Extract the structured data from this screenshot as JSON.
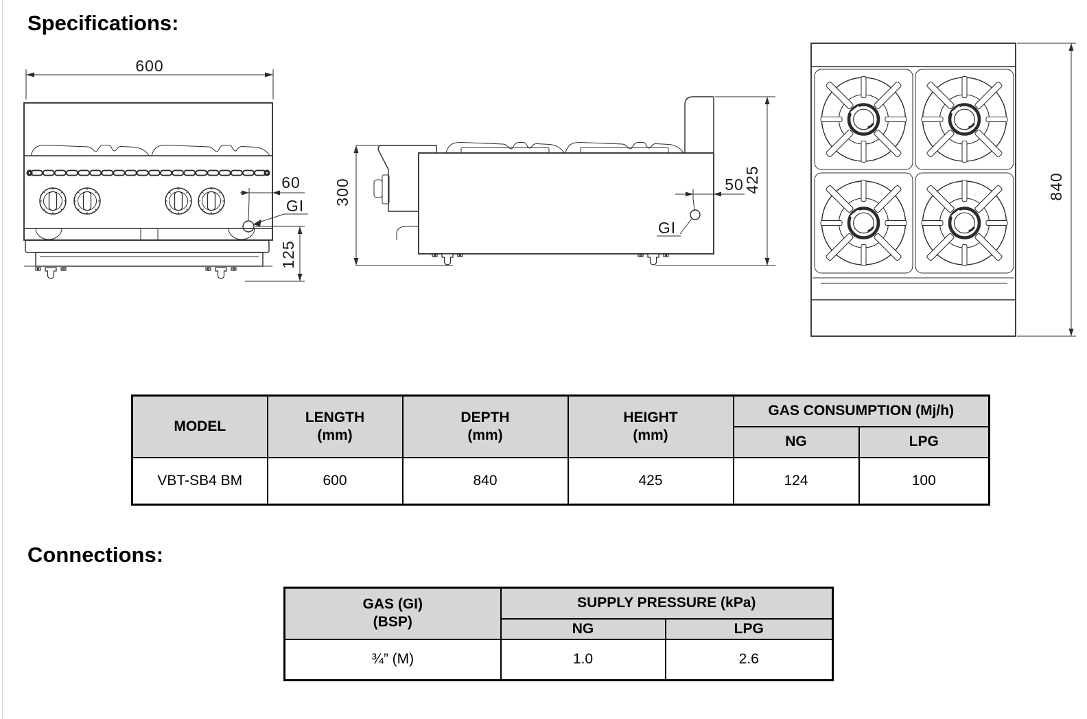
{
  "document": {
    "heading_specifications": "Specifications:",
    "heading_connections": "Connections:"
  },
  "front_view": {
    "width_dim": "600",
    "inlet_offset_dim": "60",
    "inlet_label": "GI",
    "base_height_dim": "125"
  },
  "side_view": {
    "body_height_dim": "300",
    "inlet_offset_dim": "50",
    "inlet_label": "GI",
    "total_height_dim": "425"
  },
  "top_view": {
    "depth_dim": "840"
  },
  "spec_table": {
    "headers": {
      "model": "MODEL",
      "length_line1": "LENGTH",
      "length_line2": "(mm)",
      "depth_line1": "DEPTH",
      "depth_line2": "(mm)",
      "height_line1": "HEIGHT",
      "height_line2": "(mm)",
      "gas_consumption": "GAS CONSUMPTION (Mj/h)",
      "ng": "NG",
      "lpg": "LPG"
    },
    "row": {
      "model": "VBT-SB4 BM",
      "length": "600",
      "depth": "840",
      "height": "425",
      "ng": "124",
      "lpg": "100"
    }
  },
  "connections_table": {
    "headers": {
      "gas_line1": "GAS (GI)",
      "gas_line2": "(BSP)",
      "supply_pressure": "SUPPLY PRESSURE (kPa)",
      "ng": "NG",
      "lpg": "LPG"
    },
    "row": {
      "gas": "¾” (M)",
      "ng": "1.0",
      "lpg": "2.6"
    }
  },
  "colors": {
    "header_fill": "#d6d6d6",
    "drawing_line": "#2b2b2b",
    "table_border": "#000000",
    "background": "#ffffff"
  }
}
